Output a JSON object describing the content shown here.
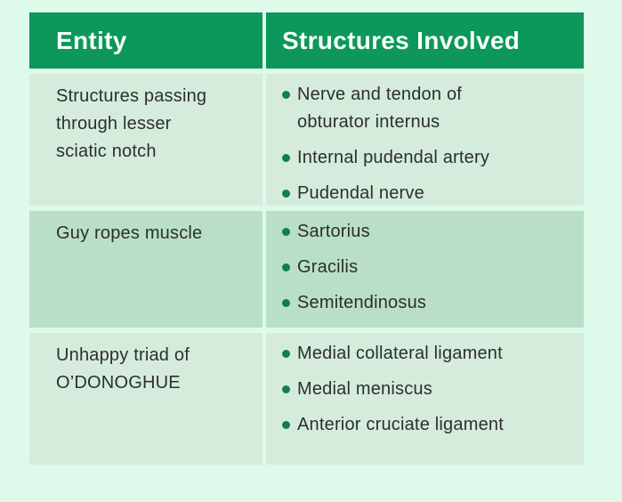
{
  "table": {
    "headers": [
      {
        "label": "Entity"
      },
      {
        "label": "Structures Involved"
      }
    ],
    "rows": [
      {
        "entity": "Structures passing\nthrough lesser\nsciatic notch",
        "structures": [
          "Nerve and tendon of\nobturator internus",
          "Internal pudendal artery",
          "Pudendal nerve"
        ]
      },
      {
        "entity": "Guy ropes muscle",
        "structures": [
          "Sartorius",
          "Gracilis",
          "Semitendinosus"
        ]
      },
      {
        "entity": "Unhappy triad of\nO’DONOGHUE",
        "structures": [
          "Medial collateral ligament",
          "Medial meniscus",
          "Anterior cruciate ligament"
        ]
      }
    ]
  },
  "icons": {
    "bullet": "bullet-dot"
  },
  "colors": {
    "page_background": "#ddfaea",
    "header_background": "#0d975a",
    "header_text": "#f6fffa",
    "row_light_background": "#d5ecdd",
    "row_mid_background": "#b9dfc8",
    "bullet_dot": "#117e4e",
    "body_text": "#2c2f2d"
  }
}
